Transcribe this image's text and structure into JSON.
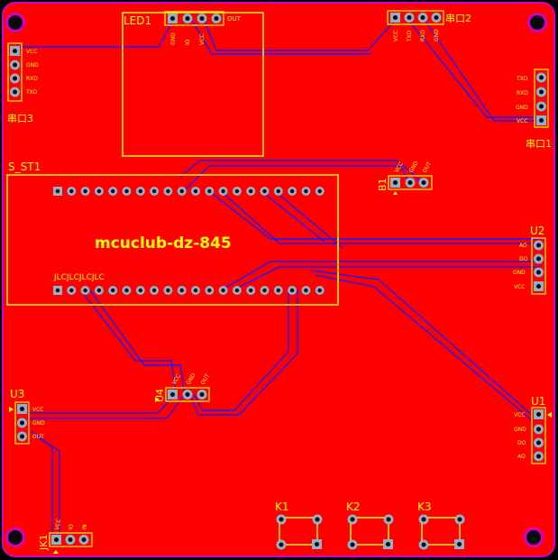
{
  "board": {
    "title": "mcuclub-dz-845",
    "colors": {
      "copper": "#ff0000",
      "outline": "#d000d0",
      "silk": "#ffff00",
      "trace": "#1a1aff",
      "pad": "#8fb0c8",
      "hole": "#0a0a0a",
      "background": "#000000"
    }
  },
  "components": {
    "led1": {
      "ref": "LED1",
      "pin_labels": [
        "GND",
        "IO",
        "VCC"
      ],
      "extra_label": "OUT"
    },
    "uart2": {
      "ref": "串口2",
      "pin_labels": [
        "VCC",
        "TXD",
        "RXD",
        "GND"
      ]
    },
    "uart3": {
      "ref": "串口3",
      "pin_labels": [
        "VCC",
        "GND",
        "RXD",
        "TXD"
      ]
    },
    "uart1": {
      "ref": "串口1",
      "pin_labels": [
        "TXD",
        "RXD",
        "GND",
        "VCC"
      ]
    },
    "sst1": {
      "ref": "S_ST1",
      "bottom_label": "JLCJLCJLCJLC"
    },
    "b1": {
      "ref": "B1",
      "pin_labels": [
        "VCC",
        "GND",
        "OUT"
      ]
    },
    "u2": {
      "ref": "U2",
      "pin_labels": [
        "AO",
        "DO",
        "GND",
        "VCC"
      ]
    },
    "u4": {
      "ref": "U4",
      "pin_labels": [
        "VCC",
        "GND",
        "OUT"
      ]
    },
    "u3": {
      "ref": "U3",
      "pin_labels": [
        "VCC",
        "GND",
        "OUT"
      ]
    },
    "u1": {
      "ref": "U1",
      "pin_labels": [
        "VCC",
        "GND",
        "DO",
        "AO"
      ]
    },
    "jk1": {
      "ref": "JK1",
      "pin_labels": [
        "VCC",
        "IO",
        "IN"
      ]
    },
    "k1": {
      "ref": "K1"
    },
    "k2": {
      "ref": "K2"
    },
    "k3": {
      "ref": "K3"
    }
  }
}
